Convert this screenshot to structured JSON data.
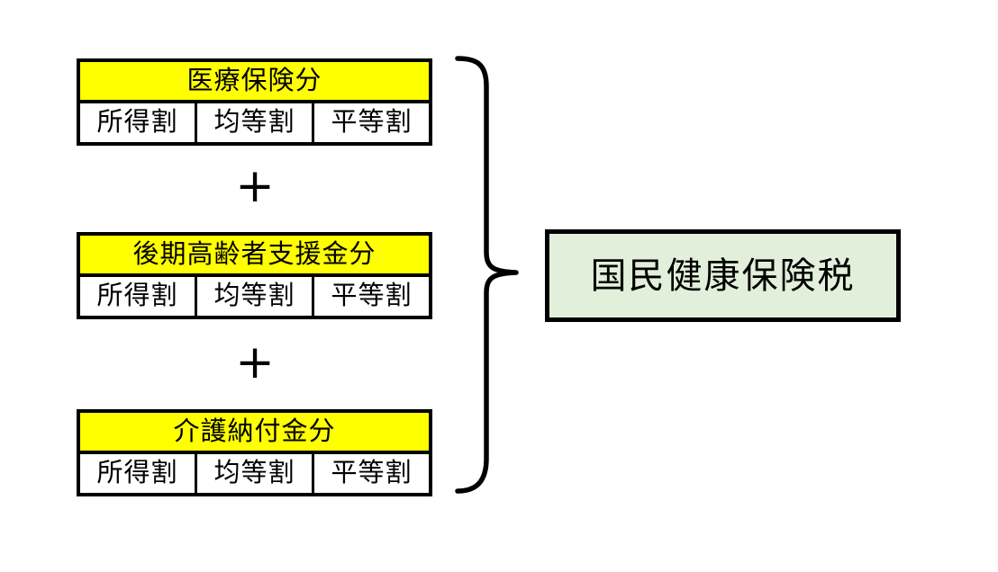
{
  "diagram": {
    "groups": [
      {
        "title": "医療保険分",
        "cells": [
          "所得割",
          "均等割",
          "平等割"
        ]
      },
      {
        "title": "後期高齢者支援金分",
        "cells": [
          "所得割",
          "均等割",
          "平等割"
        ]
      },
      {
        "title": "介護納付金分",
        "cells": [
          "所得割",
          "均等割",
          "平等割"
        ]
      }
    ],
    "operators": [
      "+",
      "+"
    ],
    "result": {
      "label": "国民健康保険税"
    },
    "colors": {
      "header_bg": "#FFFF00",
      "result_bg": "#E2EFDA",
      "border": "#000000",
      "background": "#FFFFFF"
    }
  }
}
